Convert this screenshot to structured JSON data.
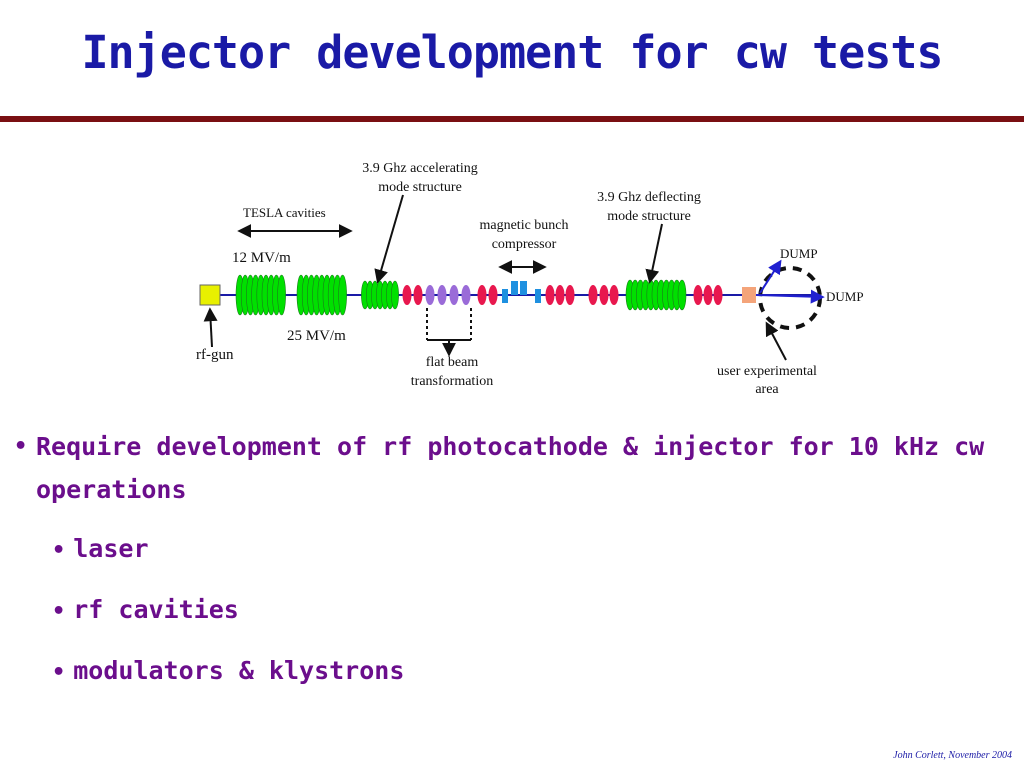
{
  "slide": {
    "title": "Injector development for cw tests",
    "footer": "John Corlett,  November 2004"
  },
  "diagram": {
    "labels": {
      "accel_structure_line1": "3.9 Ghz accelerating",
      "accel_structure_line2": "mode structure",
      "tesla_cavities": "TESLA  cavities",
      "gradient_low": "12 MV/m",
      "gradient_high": "25 MV/m",
      "rf_gun": "rf-gun",
      "bunch_compressor_line1": "magnetic bunch",
      "bunch_compressor_line2": "compressor",
      "flat_beam_line1": "flat beam",
      "flat_beam_line2": "transformation",
      "deflecting_line1": "3.9 Ghz deflecting",
      "deflecting_line2": "mode structure",
      "dump_upper": "DUMP",
      "dump_right": "DUMP",
      "user_area_line1": "user experimental",
      "user_area_line2": "area"
    },
    "colors": {
      "beamline": "#1a1aa6",
      "rf_gun": "#e8f000",
      "cavity": "#00e000",
      "quad_red": "#e8184e",
      "quad_purple": "#9a6bd8",
      "magnet": "#1e90e0",
      "target": "#f4a47a"
    }
  },
  "bullets": {
    "main": "Require development of rf photocathode & injector for 10 kHz cw operations",
    "subs": [
      "laser",
      "rf cavities",
      "modulators & klystrons"
    ]
  }
}
